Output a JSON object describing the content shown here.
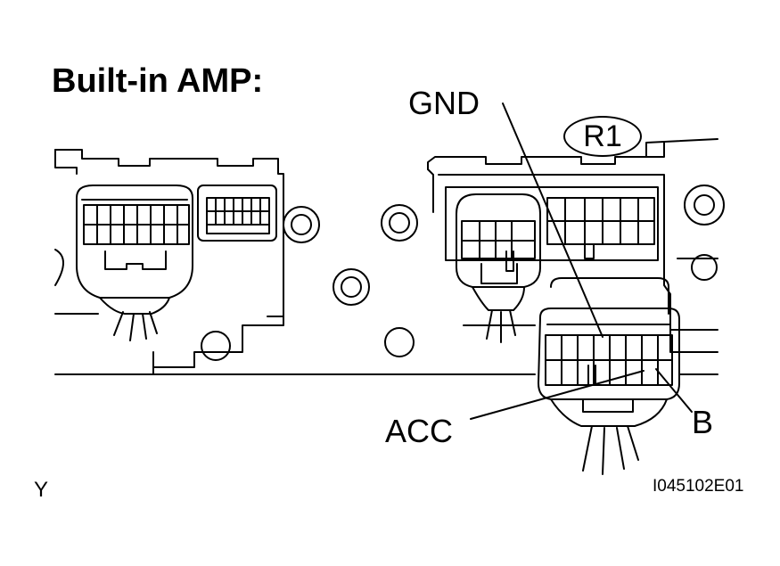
{
  "title": "Built-in AMP:",
  "labels": {
    "gnd": "GND",
    "acc": "ACC",
    "b": "B",
    "connector": "R1"
  },
  "corner": {
    "left": "Y",
    "right": "I045102E01"
  },
  "colors": {
    "line": "#000000",
    "background": "#ffffff"
  }
}
